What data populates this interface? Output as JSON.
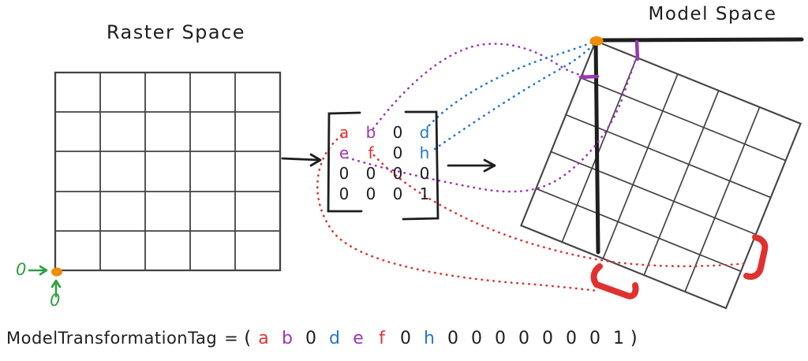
{
  "colors": {
    "ink": "#1e1e1e",
    "grid": "#434343",
    "red": "#e03131",
    "purple": "#9c36b5",
    "blue": "#2476d2",
    "green": "#2f9e44",
    "orange": "#f08c00"
  },
  "titles": {
    "raster": "Raster Space",
    "model": "Model Space"
  },
  "raster_origin": {
    "x_label": "0",
    "y_label": "0"
  },
  "matrix": {
    "cells": [
      {
        "text": "a",
        "color": "red"
      },
      {
        "text": "b",
        "color": "purple"
      },
      {
        "text": "0",
        "color": "ink"
      },
      {
        "text": "d",
        "color": "blue"
      },
      {
        "text": "e",
        "color": "purple"
      },
      {
        "text": "f",
        "color": "red"
      },
      {
        "text": "0",
        "color": "ink"
      },
      {
        "text": "h",
        "color": "blue"
      },
      {
        "text": "0",
        "color": "ink"
      },
      {
        "text": "0",
        "color": "ink"
      },
      {
        "text": "0",
        "color": "ink"
      },
      {
        "text": "0",
        "color": "ink"
      },
      {
        "text": "0",
        "color": "ink"
      },
      {
        "text": "0",
        "color": "ink"
      },
      {
        "text": "0",
        "color": "ink"
      },
      {
        "text": "1",
        "color": "ink"
      }
    ]
  },
  "formula": {
    "lhs": "ModelTransformationTag",
    "eq": "=",
    "open": "(",
    "close": ")",
    "values": [
      {
        "text": "a",
        "color": "red"
      },
      {
        "text": "b",
        "color": "purple"
      },
      {
        "text": "0",
        "color": "ink"
      },
      {
        "text": "d",
        "color": "blue"
      },
      {
        "text": "e",
        "color": "purple"
      },
      {
        "text": "f",
        "color": "red"
      },
      {
        "text": "0",
        "color": "ink"
      },
      {
        "text": "h",
        "color": "blue"
      },
      {
        "text": "0",
        "color": "ink"
      },
      {
        "text": "0",
        "color": "ink"
      },
      {
        "text": "0",
        "color": "ink"
      },
      {
        "text": "0",
        "color": "ink"
      },
      {
        "text": "0",
        "color": "ink"
      },
      {
        "text": "0",
        "color": "ink"
      },
      {
        "text": "0",
        "color": "ink"
      },
      {
        "text": "1",
        "color": "ink"
      }
    ]
  }
}
